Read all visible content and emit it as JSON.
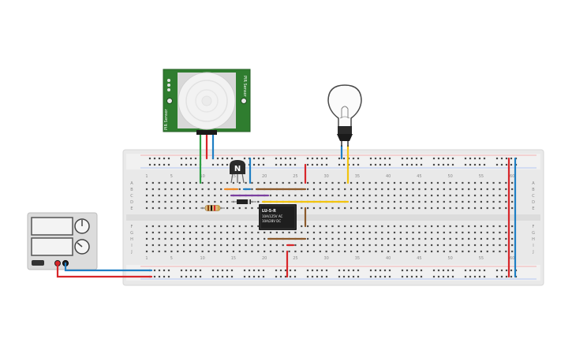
{
  "breadboard": {
    "column_numbers": [
      "1",
      "5",
      "10",
      "15",
      "20",
      "25",
      "30",
      "35",
      "40",
      "45",
      "50",
      "55",
      "60"
    ],
    "row_letters_top": [
      "A",
      "B",
      "C",
      "D",
      "E"
    ],
    "row_letters_bottom": [
      "F",
      "G",
      "H",
      "I",
      "J"
    ]
  },
  "pir_sensor": {
    "side_text_left": "PIR Sensor",
    "side_text_right": "PIR Sensor"
  },
  "transistor": {
    "label": "N"
  },
  "relay": {
    "line1": "LU-5-R",
    "line2": "10A/125V AC",
    "line3": "10A/28V DC"
  },
  "colors": {
    "wire_red": "#d8262a",
    "wire_blue": "#1f7fc4",
    "wire_green": "#2ea043",
    "wire_yellow": "#f2c40f",
    "wire_brown": "#8b5a2b",
    "wire_orange": "#f08a24",
    "wire_purple": "#7b3fa0",
    "pir_board": "#2f7d2f"
  }
}
